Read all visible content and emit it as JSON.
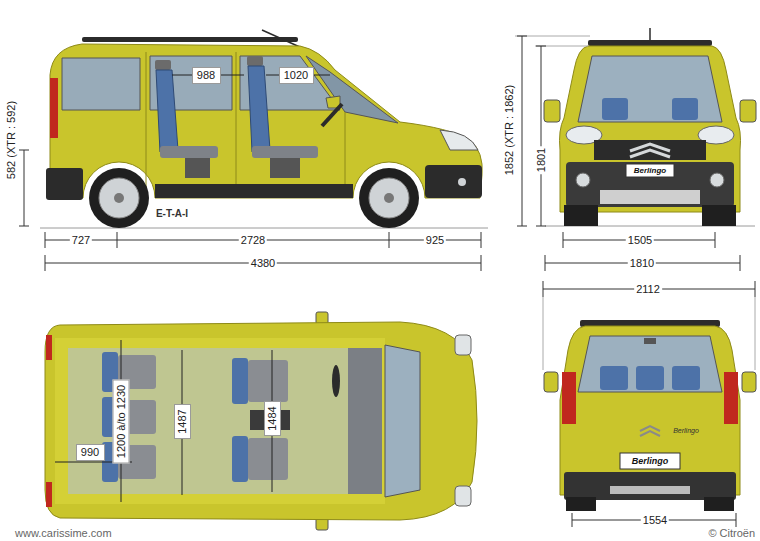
{
  "diagram": {
    "nodes": [
      {
        "text": [
          "988"
        ]
      },
      {
        "text": [
          "1020"
        ]
      },
      {
        "text": [
          "1200 à/to 1230"
        ]
      },
      {
        "text": [
          "1487"
        ]
      },
      {
        "text": [
          "1484"
        ]
      },
      {
        "text": [
          "990"
        ]
      }
    ],
    "labels": [
      "582 (XTR : 592)",
      "E-T-A-I",
      "727",
      "2728",
      "925",
      "4380",
      "1852 (XTR : 1862)",
      "1801",
      "Berlingo",
      "1505",
      "1810",
      "2112",
      "Berlingo",
      "Berlingo",
      "1554",
      "www.carissime.com",
      "© Citroën"
    ]
  }
}
